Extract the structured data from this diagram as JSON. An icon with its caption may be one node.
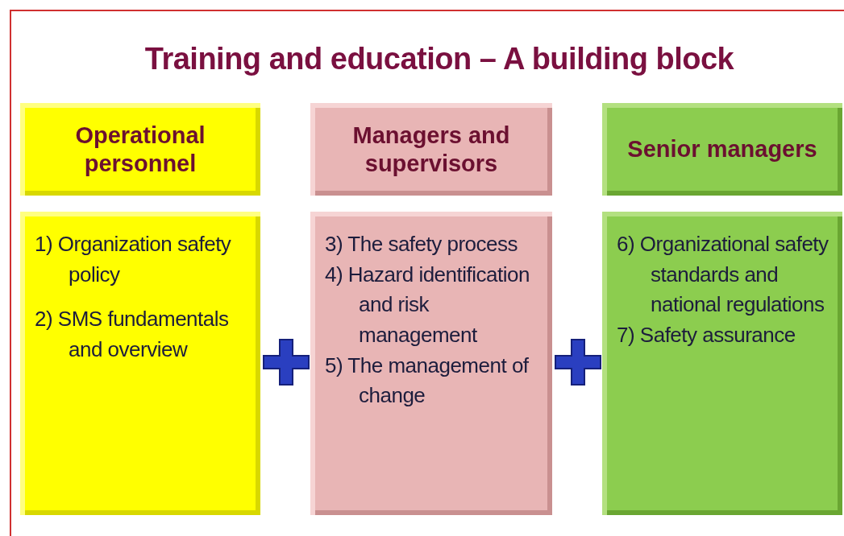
{
  "diagram": {
    "title": "Training and education – A building block",
    "nodes": [
      {
        "text": [
          "Operational personnel"
        ]
      },
      {
        "text": [
          "Managers and supervisors"
        ]
      },
      {
        "text": [
          "Senior managers"
        ]
      },
      {
        "text": [
          "1) Organization safety policy",
          "2) SMS fundamentals and overview"
        ]
      },
      {
        "text": [
          "3) The safety process",
          "4) Hazard identification and risk management",
          "5) The management of change"
        ]
      },
      {
        "text": [
          "6) Organizational safety standards and national regulations",
          "7) Safety assurance"
        ]
      }
    ]
  }
}
